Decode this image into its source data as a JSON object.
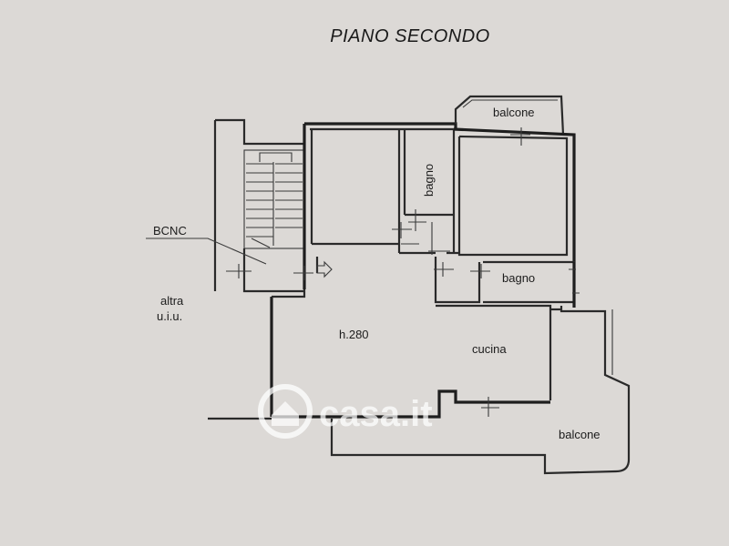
{
  "title": "PIANO SECONDO",
  "labels": {
    "balcone_top": "balcone",
    "bagno_vertical": "bagno",
    "bagno_right": "bagno",
    "bcnc": "BCNC",
    "altra_line1": "altra",
    "altra_line2": "u.i.u.",
    "height": "h.280",
    "cucina": "cucina",
    "balcone_bottom": "balcone"
  },
  "watermark": {
    "text": "casa.it"
  }
}
